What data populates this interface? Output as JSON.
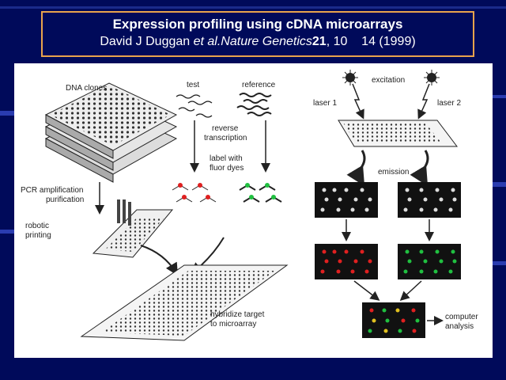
{
  "slide": {
    "title": "Expression profiling using cDNA microarrays",
    "citation": {
      "authors": "David J Duggan ",
      "etal": "et al.",
      "journal": "Nature Genetics",
      "volume": "21",
      "pages": ", 10    14 (1999)"
    }
  },
  "figure": {
    "labels": {
      "dna_clones": "DNA clones",
      "pcr1": "PCR amplification",
      "pcr2": "purification",
      "robotic1": "robotic",
      "robotic2": "printing",
      "hyb1": "hybridize target",
      "hyb2": "to microarray",
      "test": "test",
      "reference": "reference",
      "rt1": "reverse",
      "rt2": "transcription",
      "lab1": "label with",
      "lab2": "fluor dyes",
      "excitation": "excitation",
      "laser1": "laser 1",
      "laser2": "laser 2",
      "emission": "emission",
      "comp1": "computer",
      "comp2": "analysis"
    },
    "colors": {
      "background": "#000a5a",
      "title_border": "#e8a34c",
      "red_dye": "#e02020",
      "green_dye": "#20c040"
    }
  }
}
